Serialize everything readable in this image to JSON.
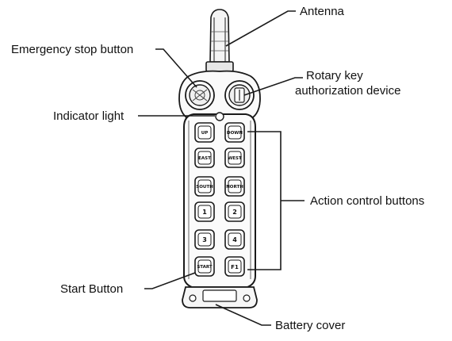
{
  "labels": {
    "antenna": "Antenna",
    "emergency_stop": "Emergency stop button",
    "rotary_key_line1": "Rotary key",
    "rotary_key_line2": "authorization device",
    "indicator_light": "Indicator light",
    "action_control": "Action control buttons",
    "start_button": "Start Button",
    "battery_cover": "Battery cover"
  },
  "buttons": {
    "up": "UP",
    "down": "DOWN",
    "east": "EAST",
    "west": "WEST",
    "south": "SOUTH",
    "north": "NORTH",
    "b1": "1",
    "b2": "2",
    "b3": "3",
    "b4": "4",
    "start": "START",
    "f1": "F1"
  }
}
